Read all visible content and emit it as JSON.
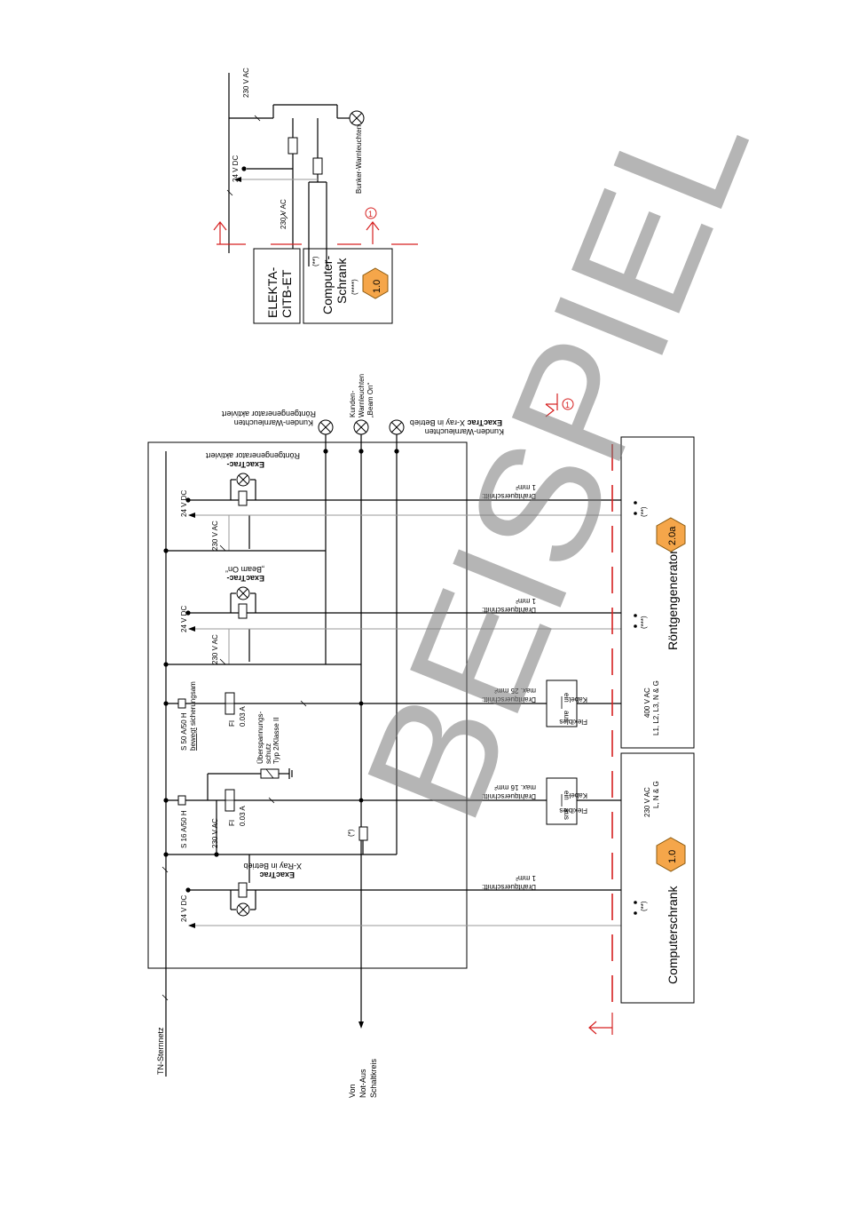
{
  "top_block": {
    "v230ac_a": "230 V AC",
    "v24dc": "24 V DC",
    "v230ac_b": "230 V AC",
    "bunker_lamp": "Bunker-Warnleuchten",
    "circle_ref": "1",
    "elekta_line1": "ELEKTA-",
    "elekta_line2": "CITB-ET",
    "computer_line1": "Computer-",
    "computer_line2": "Schrank",
    "computer_note_a": "(**)",
    "computer_note_b": "(****)",
    "hex_badge": "1.0"
  },
  "customer_lamps": {
    "group1_line1": "Kunden-Warnleuchten",
    "group1_line2": "Röntgengenerator aktiviert",
    "group2_line1": "Kunden-",
    "group2_line2": "Warnleuchten",
    "group2_line3": "„Beam On“",
    "group3_line1": "Kunden-Warnleuchten",
    "group3_bold": "ExacTrac",
    "group3_rest": " X-ray in Betrieb",
    "circle_ref": "1"
  },
  "cabinet": {
    "s1_bold": "ExacTrac-",
    "s1_text": "Röntgengenerator aktiviert",
    "s1_24vdc": "24 V DC",
    "s1_230vac": "230 V AC",
    "s2_bold": "ExacTrac-",
    "s2_text": "„Beam On“",
    "s2_24vdc": "24 V DC",
    "s2_230vac": "230 V AC",
    "s3_breaker_a": "S 50 A/50 H",
    "s3_breaker_b": "bewegt",
    "s3_breaker_c": " sicherungsam",
    "s3_fi": "FI",
    "s3_fi_a": "0.03 A",
    "surge_1": "Überspannungs-",
    "surge_2": "schutz",
    "surge_3": "Typ 2/Klasse II",
    "s4_breaker": "S 16 A/50 H",
    "s4_fi": "FI",
    "s4_fi_a": "0.03 A",
    "s4_230vac": "230 V AC",
    "s4_note": "(*)",
    "s5_bold": "ExacTrac",
    "s5_text": "X-Ray in Betrieb",
    "s5_24vdc": "24 V DC"
  },
  "cables": {
    "c1_a": "1 mm²",
    "c1_b": "Drahtquerschnitt:",
    "c2_a": "1 mm²",
    "c2_b": "Drahtquerschnitt:",
    "c3_a": "max. 25 mm²",
    "c3_b": "Drahtquerschnitt:",
    "c4_a": "max. 16 mm²",
    "c4_b": "Drahtquerschnitt:",
    "c5_a": "1 mm²",
    "c5_b": "Drahtquerschnitt:",
    "switch_ein": "ein",
    "switch_aus": "aus",
    "flex_1": "Flexibles",
    "flex_2": "Kabel"
  },
  "roentgen": {
    "title": "Röntgengenerator",
    "badge": "2.0a",
    "note_a": "(**)",
    "note_b": "(***)",
    "supply_1": "400 V AC",
    "supply_2": "L1, L2, L3, N & G"
  },
  "computerschrank": {
    "title": "Computerschrank",
    "badge": "1.0",
    "note": "(**)",
    "supply_1": "230 V AC",
    "supply_2": "L, N & G"
  },
  "bottom": {
    "tn": "TN-Sternnetz",
    "von_1": "Von",
    "von_2": "Not-Aus",
    "von_3": "Schaltkreis"
  },
  "watermark": "BEISPIEL",
  "colors": {
    "accent_red": "#d62020",
    "badge_orange": "#f5a64a"
  }
}
